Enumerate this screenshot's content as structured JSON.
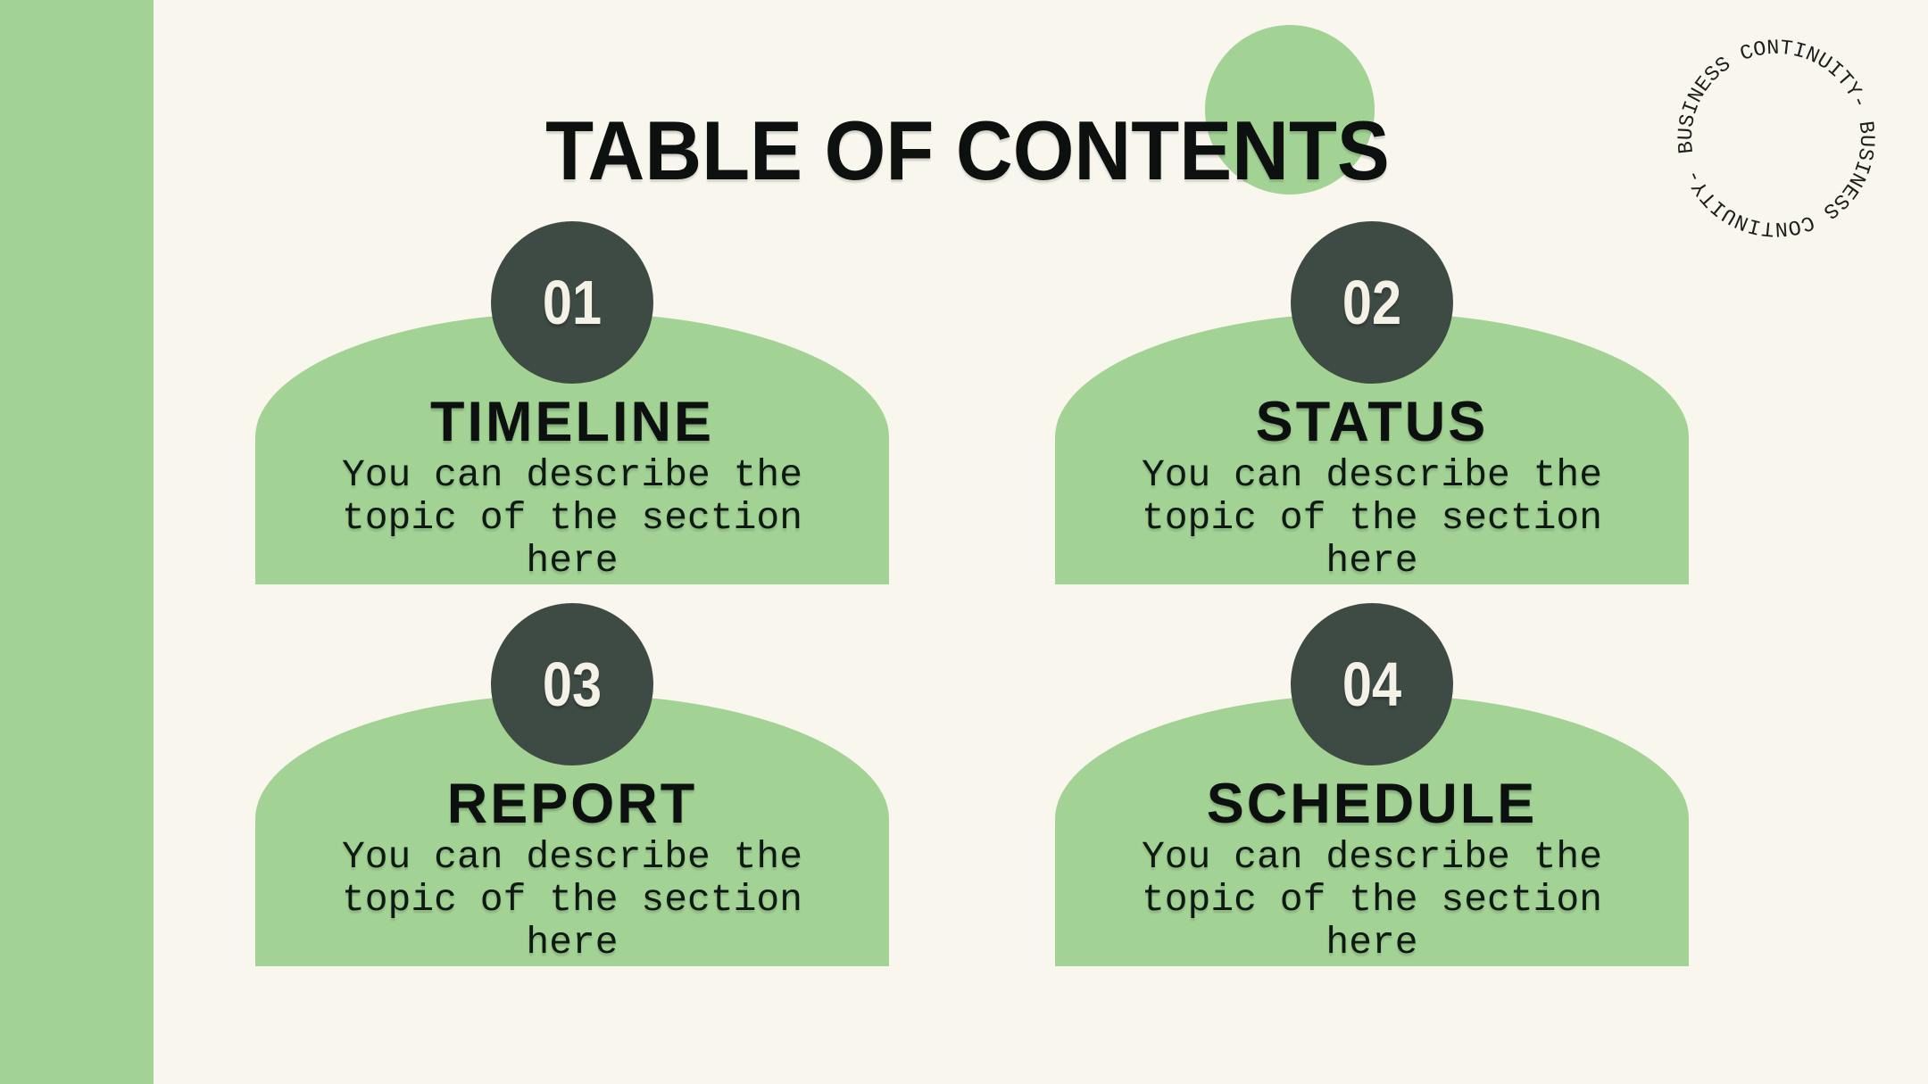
{
  "slide": {
    "title": "TABLE OF CONTENTS",
    "stamp_text": "BUSINESS CONTINUITY- BUSINESS CONTINUITY- ",
    "sections": [
      {
        "number": "01",
        "title": "TIMELINE",
        "description": "You can describe the topic of the section here"
      },
      {
        "number": "02",
        "title": "STATUS",
        "description": "You can describe the topic of the section here"
      },
      {
        "number": "03",
        "title": "REPORT",
        "description": "You can describe the topic of the section here"
      },
      {
        "number": "04",
        "title": "SCHEDULE",
        "description": "You can describe the topic of the section here"
      }
    ],
    "colors": {
      "accent_green": "#A2D294",
      "dark_circle": "#3E4B44",
      "background_cream": "#F8F6ED",
      "text_ink": "#0C100E",
      "digit_cream": "#F4F2E7"
    }
  }
}
